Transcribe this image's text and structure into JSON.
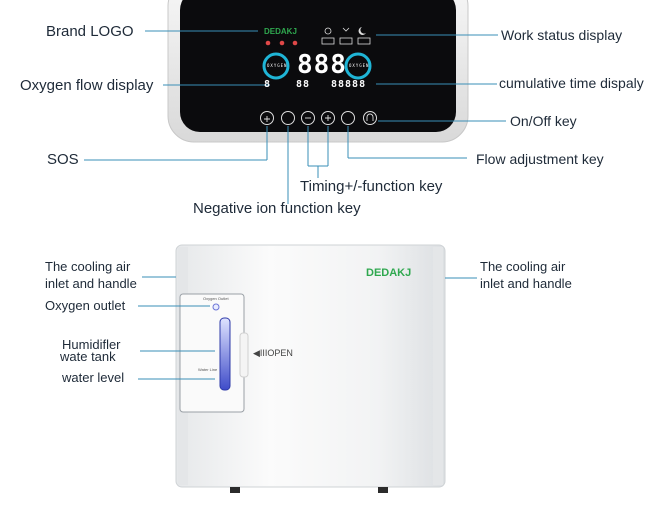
{
  "labels": {
    "brand_logo": "Brand LOGO",
    "oxygen_flow_display": "Oxygen flow display",
    "sos": "SOS",
    "work_status_display": "Work status display",
    "cumulative_time_display": "cumulative time dispaly",
    "on_off_key": "On/Off key",
    "flow_adjustment_key": "Flow adjustment key",
    "timing_key": "Timing+/-function key",
    "negative_ion_key": "Negative ion function key",
    "cooling_air_left_1": "The cooling air",
    "cooling_air_left_2": "inlet and handle",
    "oxygen_outlet": "Oxygen outlet",
    "humidifier_1": "Humidifler",
    "humidifier_2": "wate tank",
    "water_level": "water level",
    "cooling_air_right_1": "The cooling air",
    "cooling_air_right_2": "inlet and handle",
    "open": "◀IIIOPEN"
  },
  "panel": {
    "logo": "DEDAKJ",
    "left_ring": "OXYGEN",
    "right_ring": "OXYGEN",
    "big_digits": "888",
    "small_left_digit": "8",
    "small_mid_digits": "88",
    "small_right_digits": "88888",
    "status_icons": [
      "TIMER",
      "TIME",
      "SLEEP"
    ]
  },
  "device": {
    "brand": "DEDAKJ",
    "outlet_label": "Oxygen Outlet",
    "water_line_label": "Water Line"
  },
  "colors": {
    "line": "#3a8fb7",
    "logo_green": "#2fa84f",
    "ring_cyan": "#1fb5d6",
    "panel_black": "#0b0b0d"
  }
}
